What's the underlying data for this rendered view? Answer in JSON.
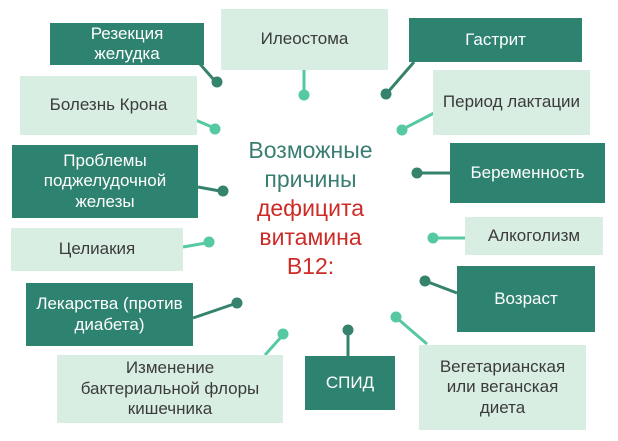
{
  "title": "Возможные причины дефицита витамина В12:",
  "center": {
    "green_text": "Возможные\nпричины",
    "red_text": "дефицита\nвитамина\nВ12:"
  },
  "colors": {
    "dark_box": "#2e8270",
    "light_box": "#d8eee2",
    "dark_connector": "#35836c",
    "light_connector": "#56c9a0",
    "center_green": "#3a7e72",
    "center_red": "#cd2b27",
    "dark_box_text": "#ffffff",
    "light_box_text": "#3b3b3b",
    "background": "#ffffff"
  },
  "nodes": [
    {
      "label": "Резекция желудка",
      "variant": "dark"
    },
    {
      "label": "Илеостома",
      "variant": "light"
    },
    {
      "label": "Гастрит",
      "variant": "dark"
    },
    {
      "label": "Болезнь Крона",
      "variant": "light"
    },
    {
      "label": "Период лактации",
      "variant": "light"
    },
    {
      "label": "Проблемы поджелудочной железы",
      "variant": "dark"
    },
    {
      "label": "Беременность",
      "variant": "dark"
    },
    {
      "label": "Целиакия",
      "variant": "light"
    },
    {
      "label": "Алкоголизм",
      "variant": "light"
    },
    {
      "label": "Лекарства (против диабета)",
      "variant": "dark"
    },
    {
      "label": "Возраст",
      "variant": "dark"
    },
    {
      "label": "Изменение бактериальной флоры кишечника",
      "variant": "light"
    },
    {
      "label": "СПИД",
      "variant": "dark"
    },
    {
      "label": "Вегетарианская или веганская диета",
      "variant": "light"
    }
  ]
}
